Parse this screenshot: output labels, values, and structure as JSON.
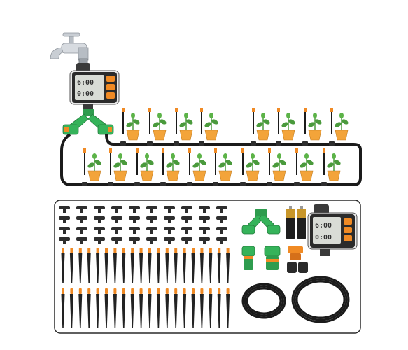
{
  "timer_display": {
    "top_row": "6:00",
    "bottom_row": "0:00"
  },
  "kit_display": {
    "top_row": "6:00",
    "bottom_row": "0:00"
  },
  "colors": {
    "tube": "#1b1b1b",
    "connector": "#2e2e2e",
    "orange": "#f08a24",
    "pot": "#f3a43a",
    "leaf": "#4a9a3c",
    "green_fitting": "#35b35a",
    "faucet": "#c9ced4",
    "timer_body": "#e8e8e8",
    "lcd": "#d9dcd6",
    "battery_gold": "#c8962a"
  },
  "icons": [
    "faucet-icon",
    "water-timer-icon",
    "y-splitter-icon",
    "dripper-stake-icon",
    "tee-connector-icon",
    "battery-icon",
    "tubing-coil-icon",
    "plant-pot-icon"
  ]
}
